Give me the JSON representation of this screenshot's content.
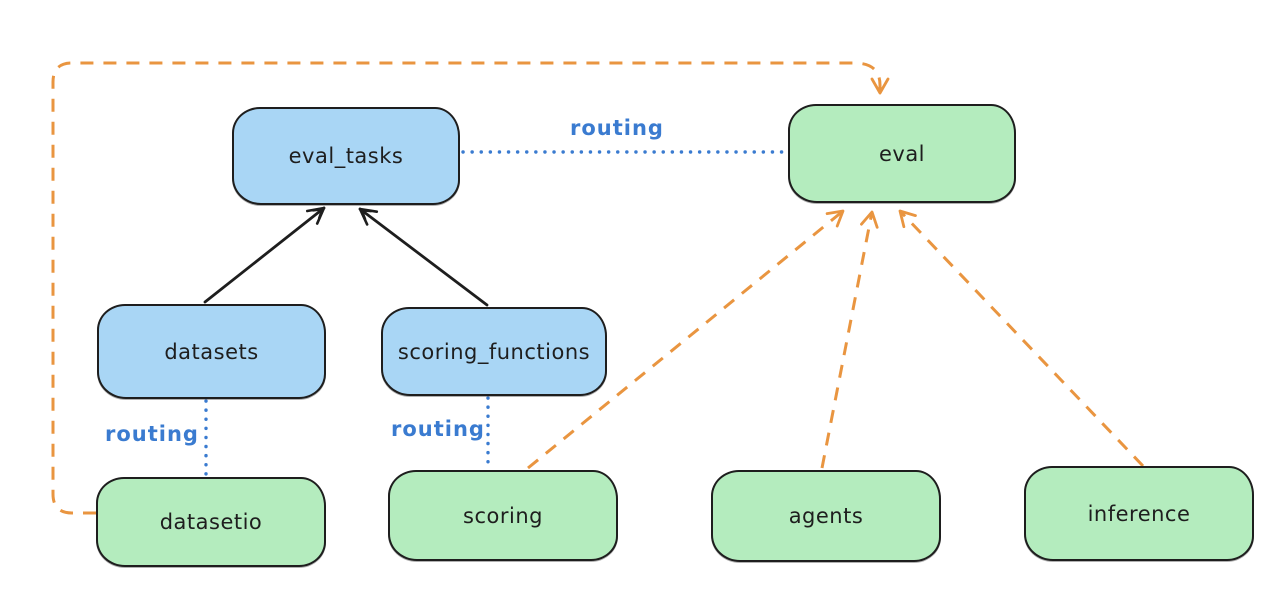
{
  "nodes": [
    {
      "id": "eval_tasks",
      "label": "eval_tasks",
      "fill": "blue"
    },
    {
      "id": "eval",
      "label": "eval",
      "fill": "green"
    },
    {
      "id": "datasets",
      "label": "datasets",
      "fill": "blue"
    },
    {
      "id": "scoring_functions",
      "label": "scoring_functions",
      "fill": "blue"
    },
    {
      "id": "datasetio",
      "label": "datasetio",
      "fill": "green"
    },
    {
      "id": "scoring",
      "label": "scoring",
      "fill": "green"
    },
    {
      "id": "agents",
      "label": "agents",
      "fill": "green"
    },
    {
      "id": "inference",
      "label": "inference",
      "fill": "green"
    }
  ],
  "edges": [
    {
      "from": "datasets",
      "to": "eval_tasks",
      "style": "solid-black-arrow"
    },
    {
      "from": "scoring_functions",
      "to": "eval_tasks",
      "style": "solid-black-arrow"
    },
    {
      "from": "eval_tasks",
      "to": "eval",
      "style": "dotted-blue",
      "label": "routing"
    },
    {
      "from": "datasets",
      "to": "datasetio",
      "style": "dotted-blue",
      "label": "routing"
    },
    {
      "from": "scoring_functions",
      "to": "scoring",
      "style": "dotted-blue",
      "label": "routing"
    },
    {
      "from": "datasetio",
      "to": "eval",
      "style": "dashed-orange-arrow"
    },
    {
      "from": "scoring",
      "to": "eval",
      "style": "dashed-orange-arrow"
    },
    {
      "from": "agents",
      "to": "eval",
      "style": "dashed-orange-arrow"
    },
    {
      "from": "inference",
      "to": "eval",
      "style": "dashed-orange-arrow"
    }
  ],
  "edge_labels": [
    {
      "label": "routing"
    },
    {
      "label": "routing"
    },
    {
      "label": "routing"
    }
  ],
  "colors": {
    "node_blue_fill": "#a9d6f5",
    "node_green_fill": "#b4ecbe",
    "node_stroke": "#1e1e1e",
    "black_arrow": "#1e1e1e",
    "routing_blue": "#3a7bd0",
    "orange_dashed": "#e99540",
    "background": "#ffffff"
  }
}
